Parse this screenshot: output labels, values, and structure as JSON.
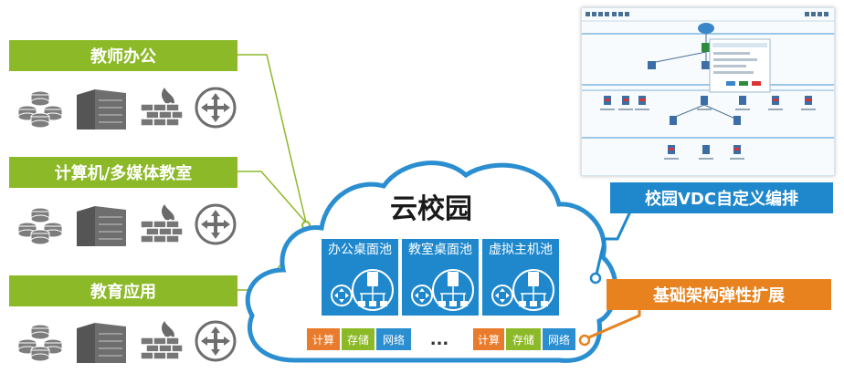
{
  "left_panel": {
    "categories": [
      {
        "label": "教师办公",
        "icons": [
          "database-stack-icon",
          "server-rack-icon",
          "firewall-icon",
          "router-icon"
        ]
      },
      {
        "label": "计算机/多媒体教室",
        "icons": [
          "database-stack-icon",
          "server-rack-icon",
          "firewall-icon",
          "router-icon"
        ]
      },
      {
        "label": "教育应用",
        "icons": [
          "database-stack-icon",
          "server-rack-icon",
          "firewall-icon",
          "router-icon"
        ]
      }
    ]
  },
  "cloud": {
    "title": "云校园",
    "pools": [
      {
        "label": "办公桌面池"
      },
      {
        "label": "教室桌面池"
      },
      {
        "label": "虚拟主机池"
      }
    ],
    "resource_chips": [
      "计算",
      "存储",
      "网络"
    ],
    "ellipsis": "..."
  },
  "callouts": {
    "vdc": "校园VDC自定义编排",
    "elastic": "基础架构弹性扩展"
  },
  "colors": {
    "green": "#8cb928",
    "blue": "#1f88cc",
    "orange": "#e8821e",
    "chip_orange": "#e97b2c",
    "chip_green": "#8cb928",
    "chip_blue": "#2a8ed0"
  }
}
